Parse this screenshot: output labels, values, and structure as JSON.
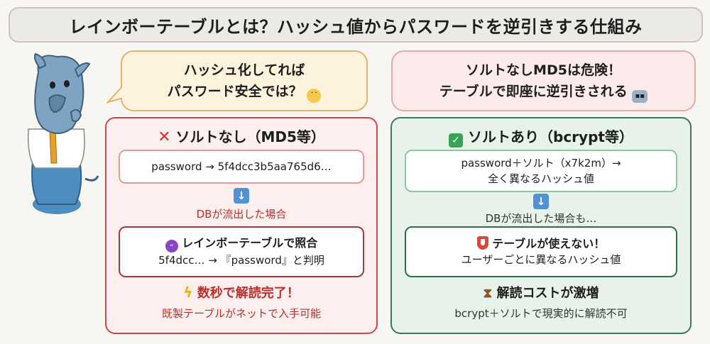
{
  "title": "レインボーテーブルとは？ハッシュ値からパスワードを逆引きする仕組み",
  "bubbles": {
    "left": {
      "line1": "ハッシュ化してれば",
      "line2": "パスワード安全では？",
      "icon": "sweat-face-icon"
    },
    "right": {
      "line1": "ソルトなしMD5は危険！",
      "line2": "テーブルで即座に逆引きされる",
      "icon": "robot-icon"
    }
  },
  "left_panel": {
    "title": "ソルトなし（MD5等）",
    "hash_example": "password → 5f4dcc3b5aa765d6…",
    "leak_text": "DBが流出した場合",
    "attack_title": "レインボーテーブルで照合",
    "attack_result": "5f4dcc… → 『password』と判明",
    "result_title": "数秒で解読完了！",
    "result_desc": "既製テーブルがネットで入手可能",
    "accent_color": "#c8494a"
  },
  "right_panel": {
    "title": "ソルトあり（bcrypt等）",
    "hash_line1": "password＋ソルト（x7k2m）→",
    "hash_line2": "全く異なるハッシュ値",
    "leak_text": "DBが流出した場合も…",
    "defense_title": "テーブルが使えない！",
    "defense_desc": "ユーザーごとに異なるハッシュ値",
    "result_title": "解読コストが激増",
    "result_desc": "bcrypt＋ソルトで現実的に解読不可",
    "accent_color": "#3b7a54"
  }
}
